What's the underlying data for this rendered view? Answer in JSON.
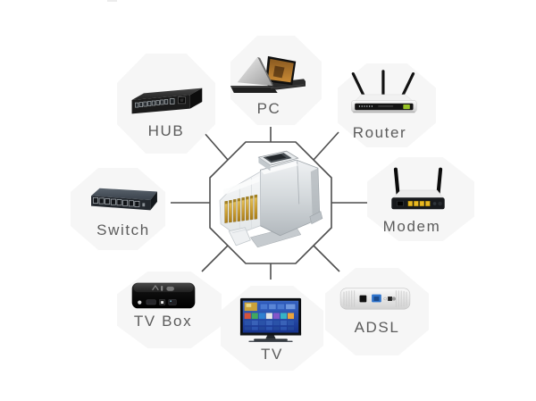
{
  "diagram": {
    "center": {
      "name": "RJ45 connector plug",
      "icon": "rj45-connector-icon"
    },
    "nodes": [
      {
        "id": "hub",
        "label": "HUB",
        "icon": "hub-device-icon"
      },
      {
        "id": "pc",
        "label": "PC",
        "icon": "pc-device-icon"
      },
      {
        "id": "router",
        "label": "Router",
        "icon": "router-device-icon"
      },
      {
        "id": "switch",
        "label": "Switch",
        "icon": "switch-device-icon"
      },
      {
        "id": "modem",
        "label": "Modem",
        "icon": "modem-device-icon"
      },
      {
        "id": "tvbox",
        "label": "TV Box",
        "icon": "tv-box-device-icon"
      },
      {
        "id": "tv",
        "label": "TV",
        "icon": "tv-device-icon"
      },
      {
        "id": "adsl",
        "label": "ADSL",
        "icon": "adsl-device-icon"
      }
    ],
    "colors": {
      "background": "#ffffff",
      "line": "#4e4e4e",
      "tile_background": "#f6f6f6",
      "label_text": "#5c5c5c",
      "gold_pins": "#c9a02c",
      "metal_shield": "#c6cbd0"
    }
  }
}
